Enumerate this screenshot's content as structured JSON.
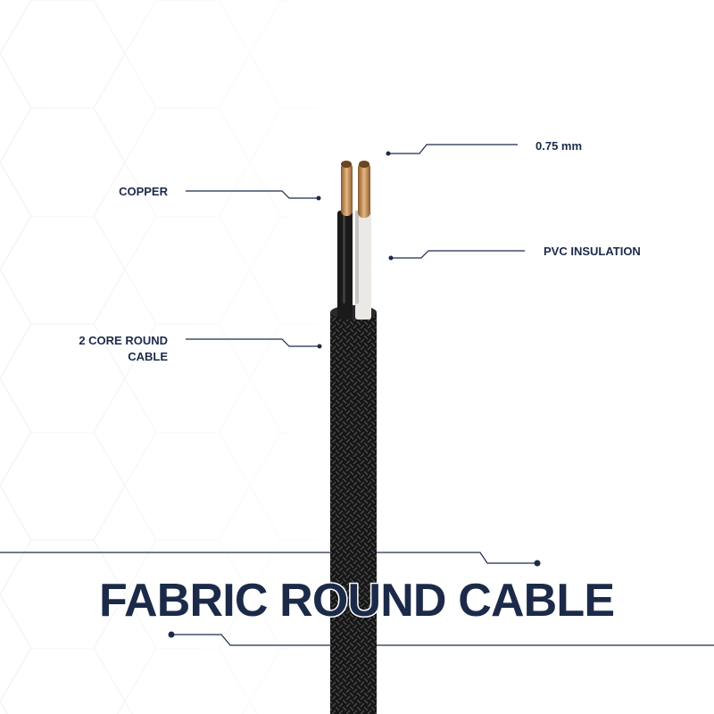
{
  "title": "FABRIC ROUND CABLE",
  "callouts": {
    "diameter": "0.75 mm",
    "copper": "COPPER",
    "insulation": "PVC INSULATION",
    "cable_line1": "2 CORE ROUND",
    "cable_line2": "CABLE"
  },
  "colors": {
    "text": "#1c2a4a",
    "jacket": "#1a1a1a",
    "copper": "#c8935a",
    "background_pattern": "#e8e9ee"
  }
}
